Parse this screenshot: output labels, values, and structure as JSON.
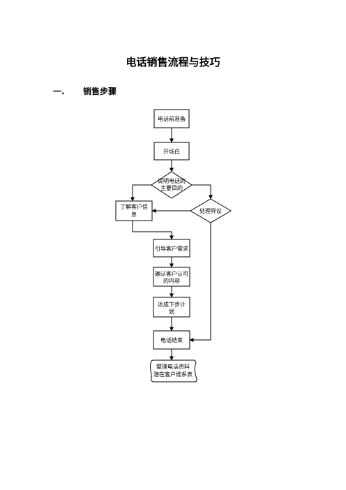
{
  "document": {
    "title": "电话销售流程与技巧",
    "section_number": "一.",
    "section_title": "销售步骤"
  },
  "flowchart": {
    "prep": "电话前准备",
    "opening": "开场白",
    "purpose_line1": "说明电话的",
    "purpose_line2": "主要目的",
    "learn_line1": "了解客户信",
    "learn_line2": "息",
    "objection": "处理异议",
    "guide": "引导客户需求",
    "confirm_line1": "确认客户认可",
    "confirm_line2": "的内容",
    "next_line1": "达成下步计",
    "next_line2": "划",
    "end": "电话结束",
    "doc_line1": "整理电话资料",
    "doc_line2": "潜在客户维系表"
  }
}
